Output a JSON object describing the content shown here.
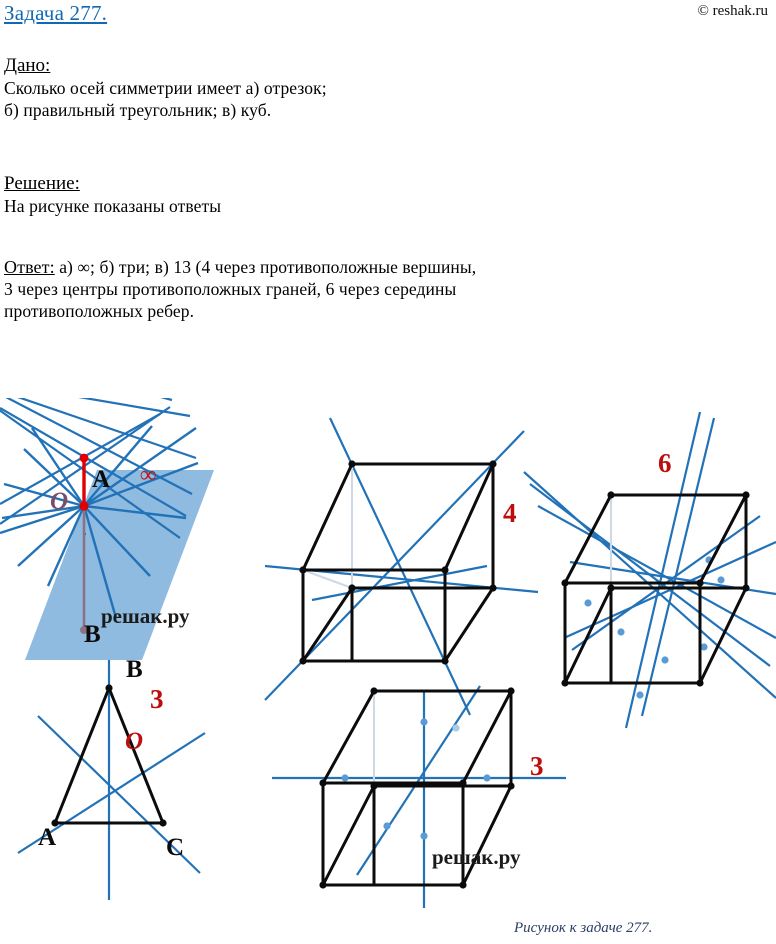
{
  "header": {
    "task_title": "Задача 277.",
    "copyright": "© reshak.ru"
  },
  "given": {
    "heading": "Дано:",
    "lines": [
      "Сколько осей симметрии имеет а) отрезок;",
      "б) правильный треугольник;  в) куб."
    ]
  },
  "solution": {
    "heading": "Решение:",
    "lines": [
      "На рисунке показаны ответы"
    ]
  },
  "answer": {
    "heading": "Ответ:",
    "line1_rest": "  а) ∞;  б) три;  в) 13 (4 через противоположные вершины,",
    "line2": "3 через центры противоположных граней, 6 через середины",
    "line3": "противоположных ребер."
  },
  "figure": {
    "caption": "Рисунок к задаче 277.",
    "watermarks": [
      "решак.ру",
      "решак.ру"
    ],
    "plane_diagram": {
      "label_A": "A",
      "label_B": "B",
      "label_O": "O",
      "count": "∞"
    },
    "triangle_diagram": {
      "label_A": "A",
      "label_B": "B",
      "label_C": "C",
      "label_O": "O",
      "count": "3"
    },
    "cube_vertices_diagram": {
      "count": "4"
    },
    "cube_faces_diagram": {
      "count": "3"
    },
    "cube_edges_diagram": {
      "count": "6"
    }
  },
  "colors": {
    "title_blue": "#1268b3",
    "axis_blue": "#2272b8",
    "plane_fill": "#8ebbdf",
    "label_red": "#bd0d0d",
    "segment_red": "#e00000",
    "caption_blue": "#2c3e66",
    "ink_black": "#0b0b0b"
  }
}
